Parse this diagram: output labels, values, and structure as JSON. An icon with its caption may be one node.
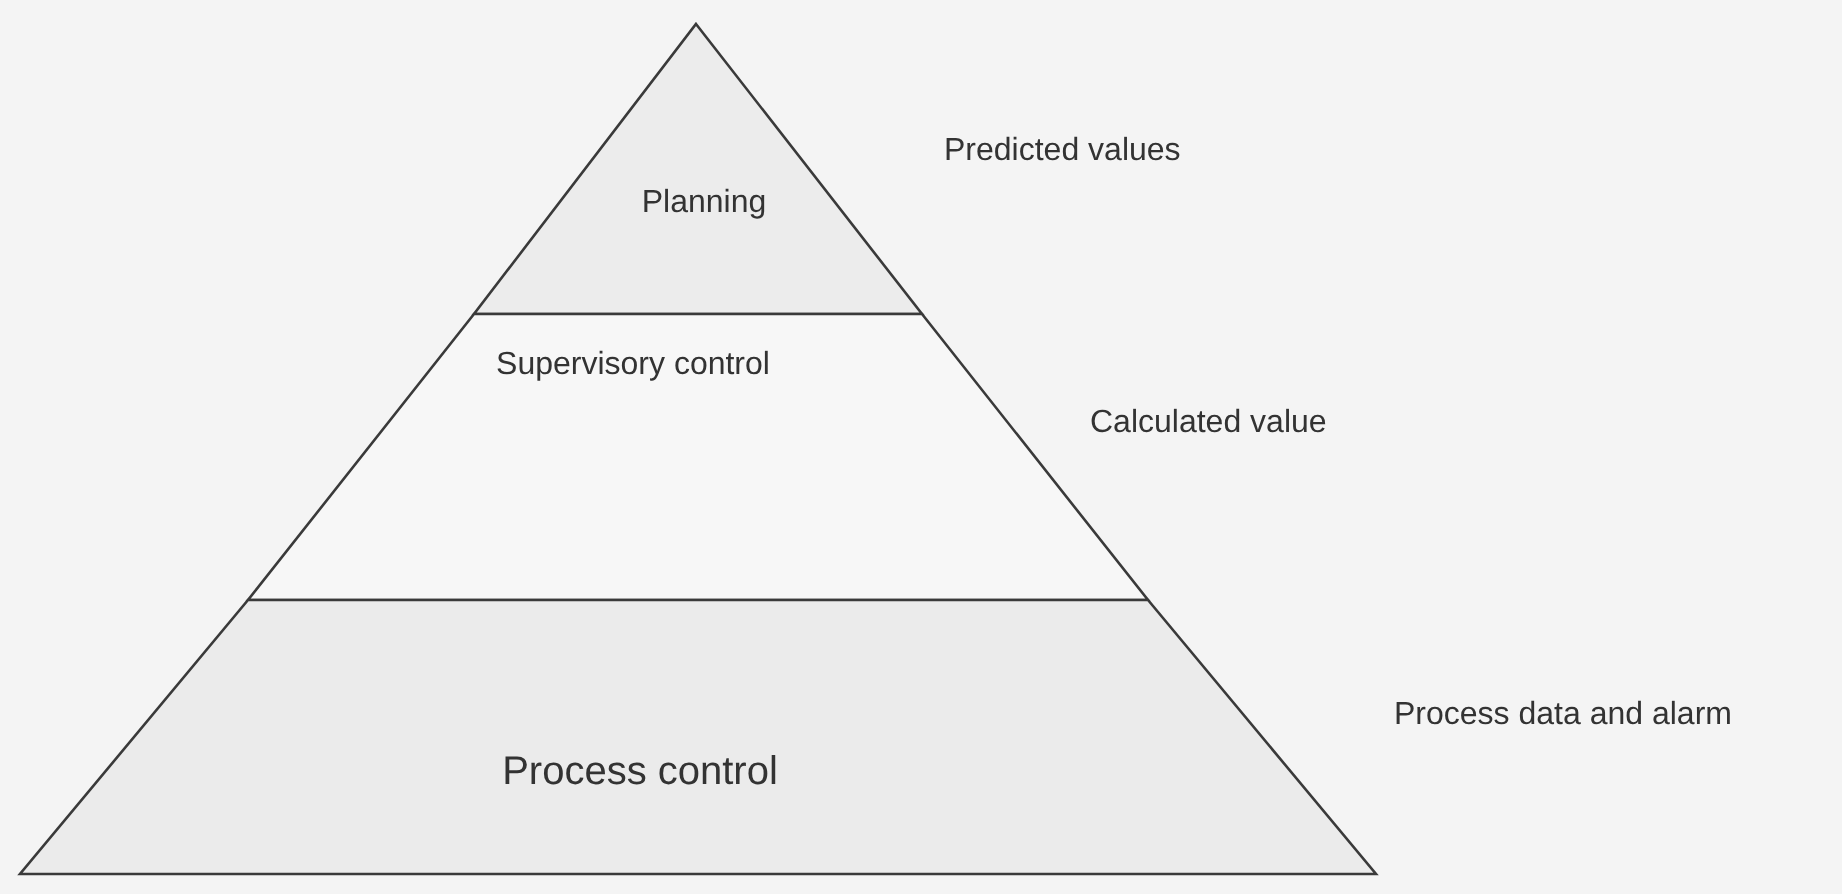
{
  "diagram": {
    "nodes": [
      {
        "text": [
          "Planning"
        ],
        "beside": [
          "Predicted values"
        ]
      },
      {
        "text": [
          "Supervisory control"
        ],
        "beside": [
          "Calculated value"
        ]
      },
      {
        "text": [
          "Process control"
        ],
        "beside": [
          "Process data and alarm"
        ]
      }
    ]
  }
}
